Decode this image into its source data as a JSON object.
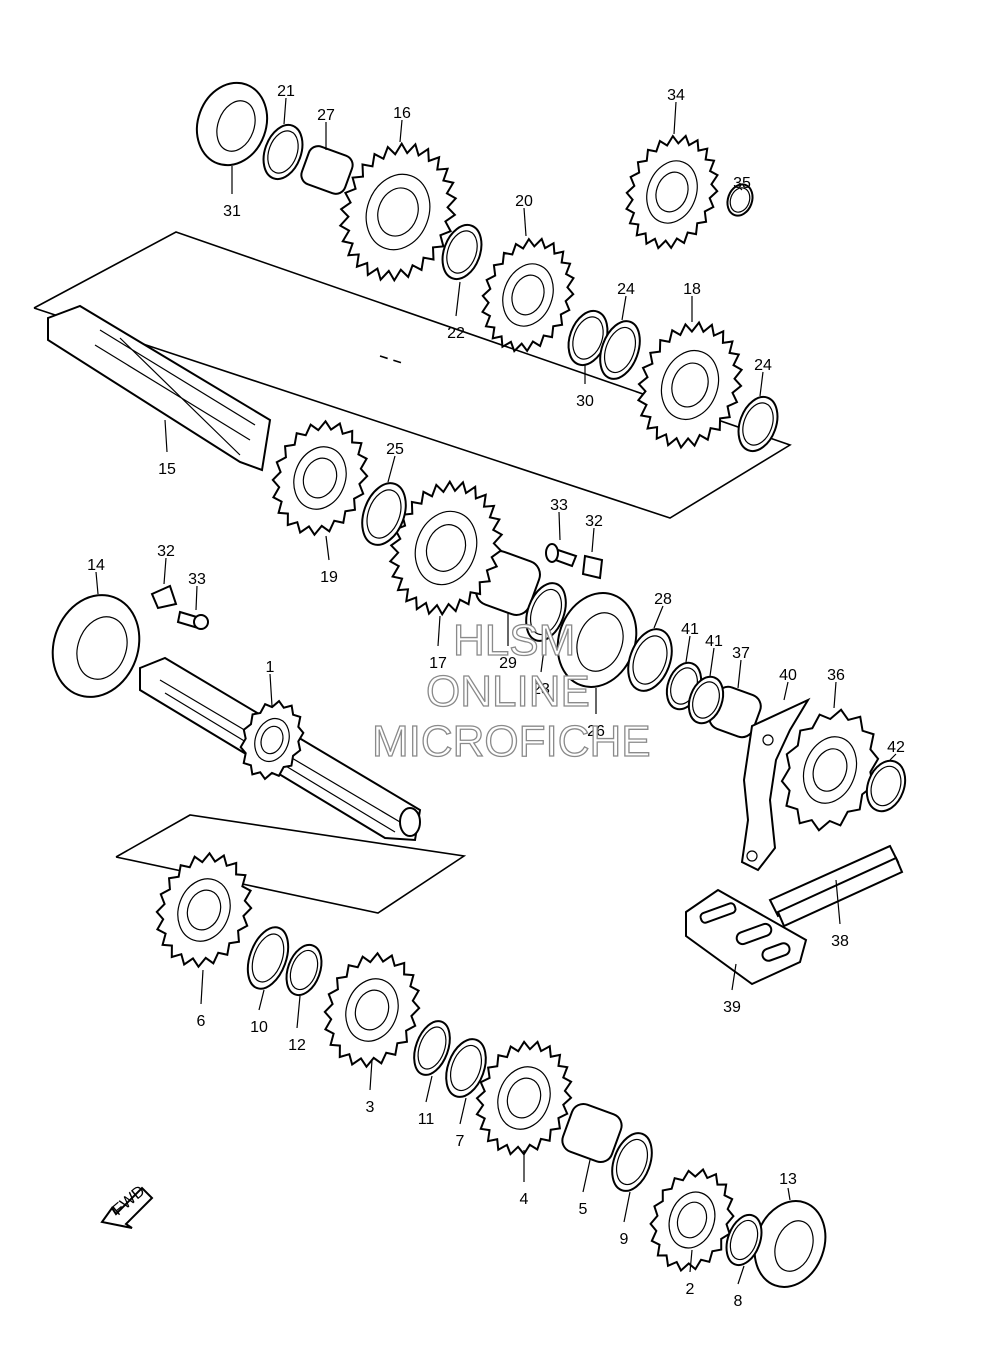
{
  "watermark": {
    "line1": "HLSM",
    "line2": "ONLINE",
    "line3": "MICROFICHE"
  },
  "fwd_label": "FWD",
  "callouts": [
    "1",
    "2",
    "3",
    "4",
    "5",
    "6",
    "7",
    "8",
    "9",
    "10",
    "11",
    "12",
    "13",
    "14",
    "15",
    "16",
    "17",
    "18",
    "19",
    "20",
    "21",
    "22",
    "23",
    "24",
    "24",
    "25",
    "26",
    "27",
    "28",
    "29",
    "30",
    "31",
    "32",
    "32",
    "33",
    "33",
    "34",
    "35",
    "36",
    "37",
    "38",
    "39",
    "40",
    "41",
    "41",
    "42"
  ]
}
